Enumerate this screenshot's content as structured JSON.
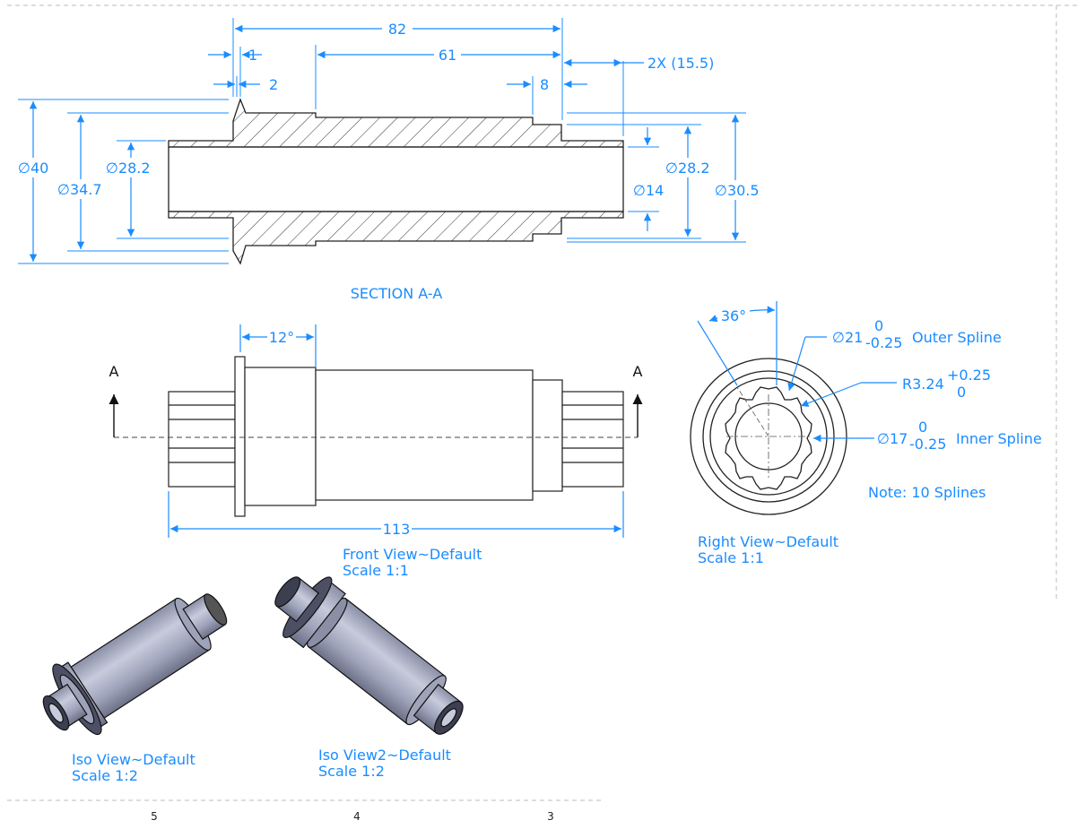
{
  "colors": {
    "dimension": "#1a8cff",
    "outline": "#222222",
    "hatch": "#333333",
    "frame": "#bbbbbb",
    "part_fill": "#aab0c8"
  },
  "section_view": {
    "label": "SECTION A-A",
    "dims": {
      "overall_length": "82",
      "flange_step_1": "1",
      "flange_step_2": "2",
      "body_length": "61",
      "spline_shoulder": "8",
      "spline_length": "2X (15.5)",
      "dia_40": "∅40",
      "dia_34_7": "∅34.7",
      "dia_28_2_left": "∅28.2",
      "dia_28_2_right": "∅28.2",
      "dia_14": "∅14",
      "dia_30_5": "∅30.5"
    }
  },
  "front_view": {
    "title": "Front View~Default",
    "scale": "Scale 1:1",
    "angle": "12°",
    "length": "113",
    "section_mark_left": "A",
    "section_mark_right": "A"
  },
  "right_view": {
    "title": "Right View~Default",
    "scale": "Scale 1:1",
    "angle": "36°",
    "outer_spline": {
      "prefix": "∅21",
      "tol_upper": "0",
      "tol_lower": "-0.25",
      "suffix": "Outer Spline"
    },
    "radius": {
      "prefix": "R3.24",
      "tol_upper": "+0.25",
      "tol_lower": "0"
    },
    "inner_spline": {
      "prefix": "∅17",
      "tol_upper": "0",
      "tol_lower": "-0.25",
      "suffix": "Inner Spline"
    },
    "note": "Note: 10 Splines"
  },
  "iso_view": {
    "title": "Iso View~Default",
    "scale": "Scale 1:2"
  },
  "iso_view2": {
    "title": "Iso View2~Default",
    "scale": "Scale 1:2"
  },
  "zones": [
    "5",
    "4",
    "3"
  ]
}
